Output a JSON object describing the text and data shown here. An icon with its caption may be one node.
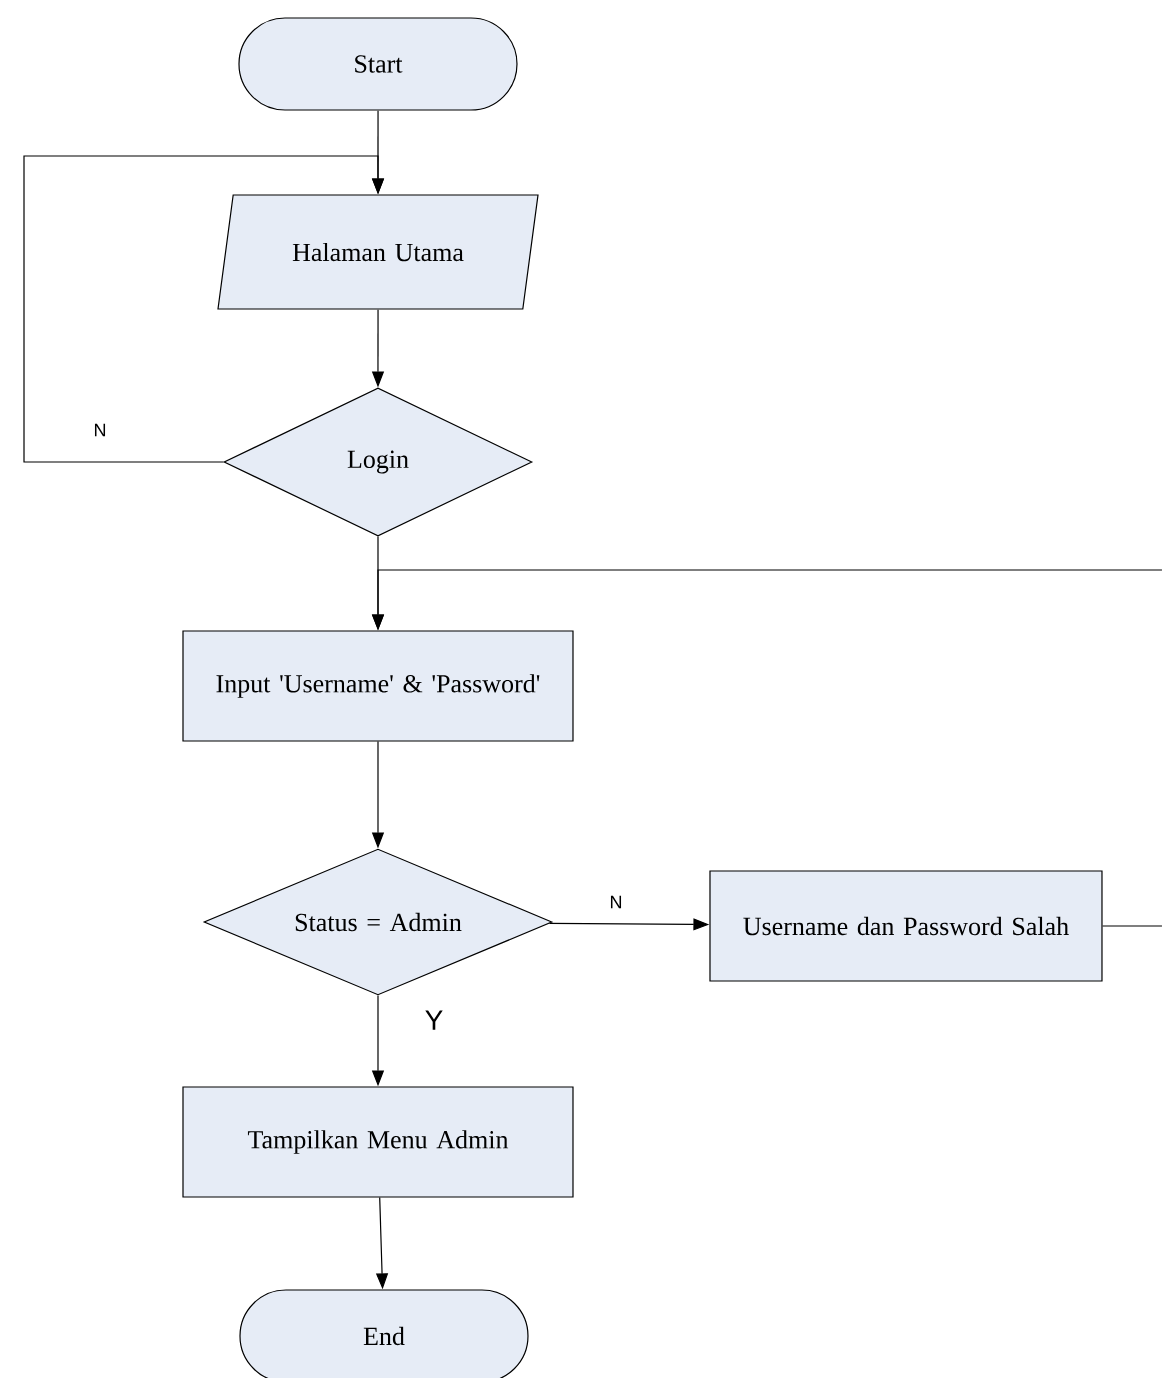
{
  "diagram": {
    "nodes": [
      {
        "text": [
          "Start"
        ]
      },
      {
        "text": [
          "Halaman Utama"
        ]
      },
      {
        "text": [
          "Login"
        ]
      },
      {
        "text": [
          "Input 'Username'  & 'Password'"
        ]
      },
      {
        "text": [
          "Status = Admin"
        ]
      },
      {
        "text": [
          "Username dan Password Salah"
        ]
      },
      {
        "text": [
          "Tampilkan Menu Admin"
        ]
      },
      {
        "text": [
          "End"
        ]
      }
    ],
    "edges": [
      {
        "from": 0,
        "to": 1,
        "arrow": "to"
      },
      {
        "from": 1,
        "to": 2,
        "arrow": "to"
      },
      {
        "from": 2,
        "to": 1,
        "arrow": "to",
        "label": "N"
      },
      {
        "from": 2,
        "to": 3,
        "arrow": "to"
      },
      {
        "from": 5,
        "to": 3,
        "arrow": "to"
      },
      {
        "from": 3,
        "to": 4,
        "arrow": "to"
      },
      {
        "from": 4,
        "to": 5,
        "arrow": "to",
        "label": "N"
      },
      {
        "from": 4,
        "to": 6,
        "arrow": "to",
        "label": "Y"
      },
      {
        "from": 6,
        "to": 7,
        "arrow": "to"
      }
    ]
  }
}
